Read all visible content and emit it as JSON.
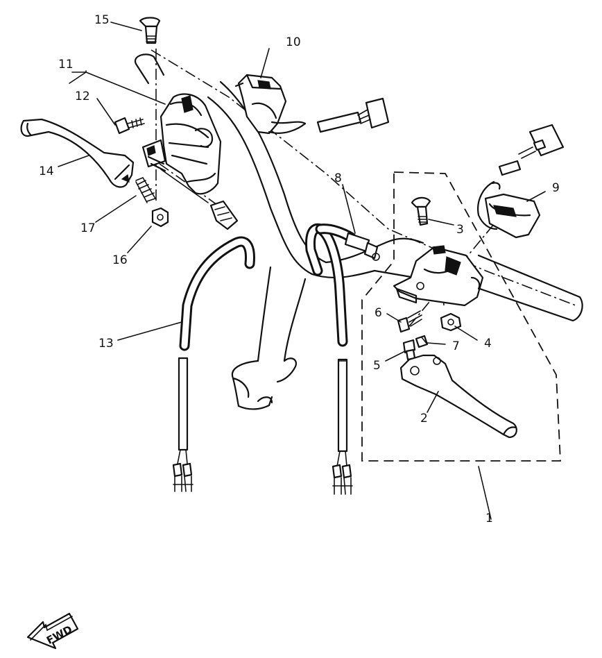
{
  "callouts": {
    "c1": "1",
    "c2": "2",
    "c3": "3",
    "c4": "4",
    "c5": "5",
    "c6": "6",
    "c7": "7",
    "c8": "8",
    "c9": "9",
    "c10": "10",
    "c11": "11",
    "c12": "12",
    "c13": "13",
    "c14": "14",
    "c15": "15",
    "c16": "16",
    "c17": "17"
  },
  "direction_marker": "FWD",
  "colors": {
    "line": "#111111",
    "background": "#ffffff"
  }
}
